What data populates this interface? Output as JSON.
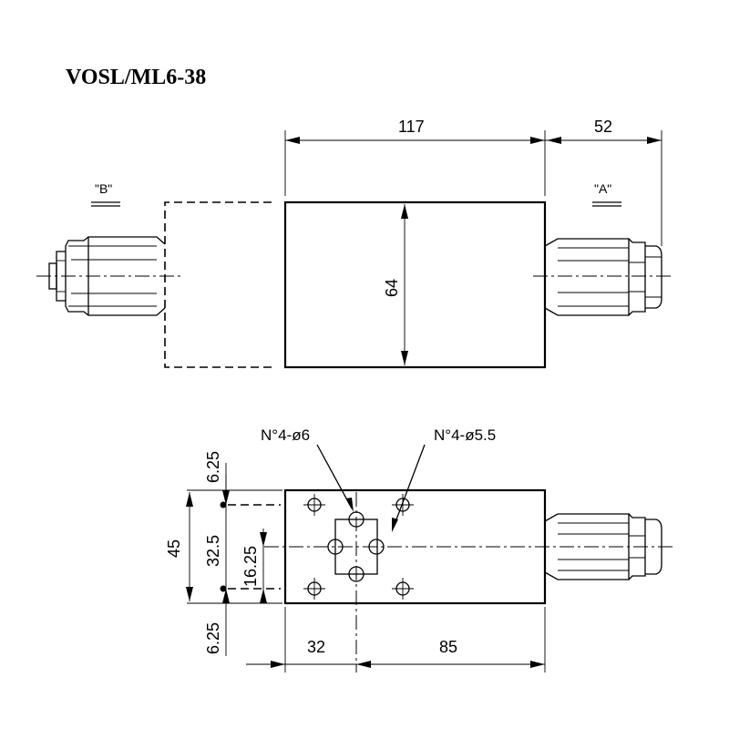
{
  "title": "VOSL/ML6-38",
  "ports": {
    "b": "\"B\"",
    "a": "\"A\""
  },
  "top_view": {
    "dim_length": "117",
    "dim_fitting": "52",
    "dim_height": "64"
  },
  "bottom_view": {
    "hole_label_1": "N°4-ø6",
    "hole_label_2": "N°4-ø5.5",
    "dim_top_offset": "6.25",
    "dim_width": "45",
    "dim_hole_span": "32.5",
    "dim_half_span": "16.25",
    "dim_bottom_offset": "6.25",
    "dim_left": "32",
    "dim_right": "85"
  }
}
